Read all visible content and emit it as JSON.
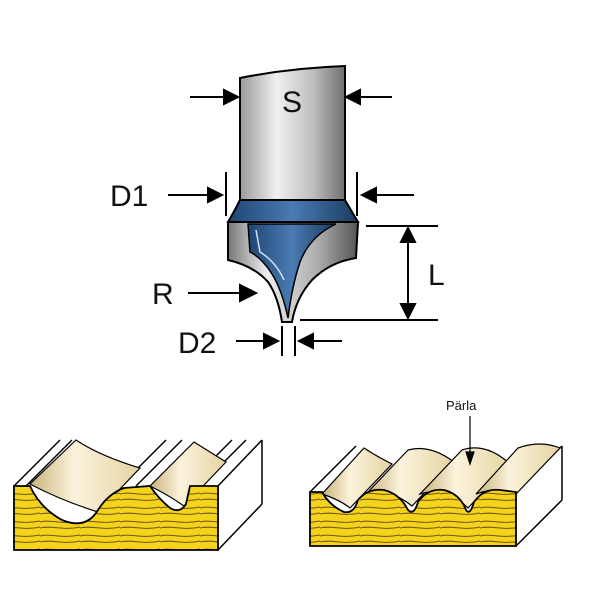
{
  "labels": {
    "shank": "S",
    "d1": "D1",
    "d2": "D2",
    "radius": "R",
    "length": "L",
    "bead": "Pärla"
  },
  "colors": {
    "shank_light": "#e6e6e6",
    "shank_dark": "#6f6f6f",
    "carbide_blue": "#2f5f93",
    "wood_yellow": "#f5d31c",
    "wood_grain": "#6b5410",
    "profile_cream": "#f2e6c8",
    "line": "#000000"
  }
}
